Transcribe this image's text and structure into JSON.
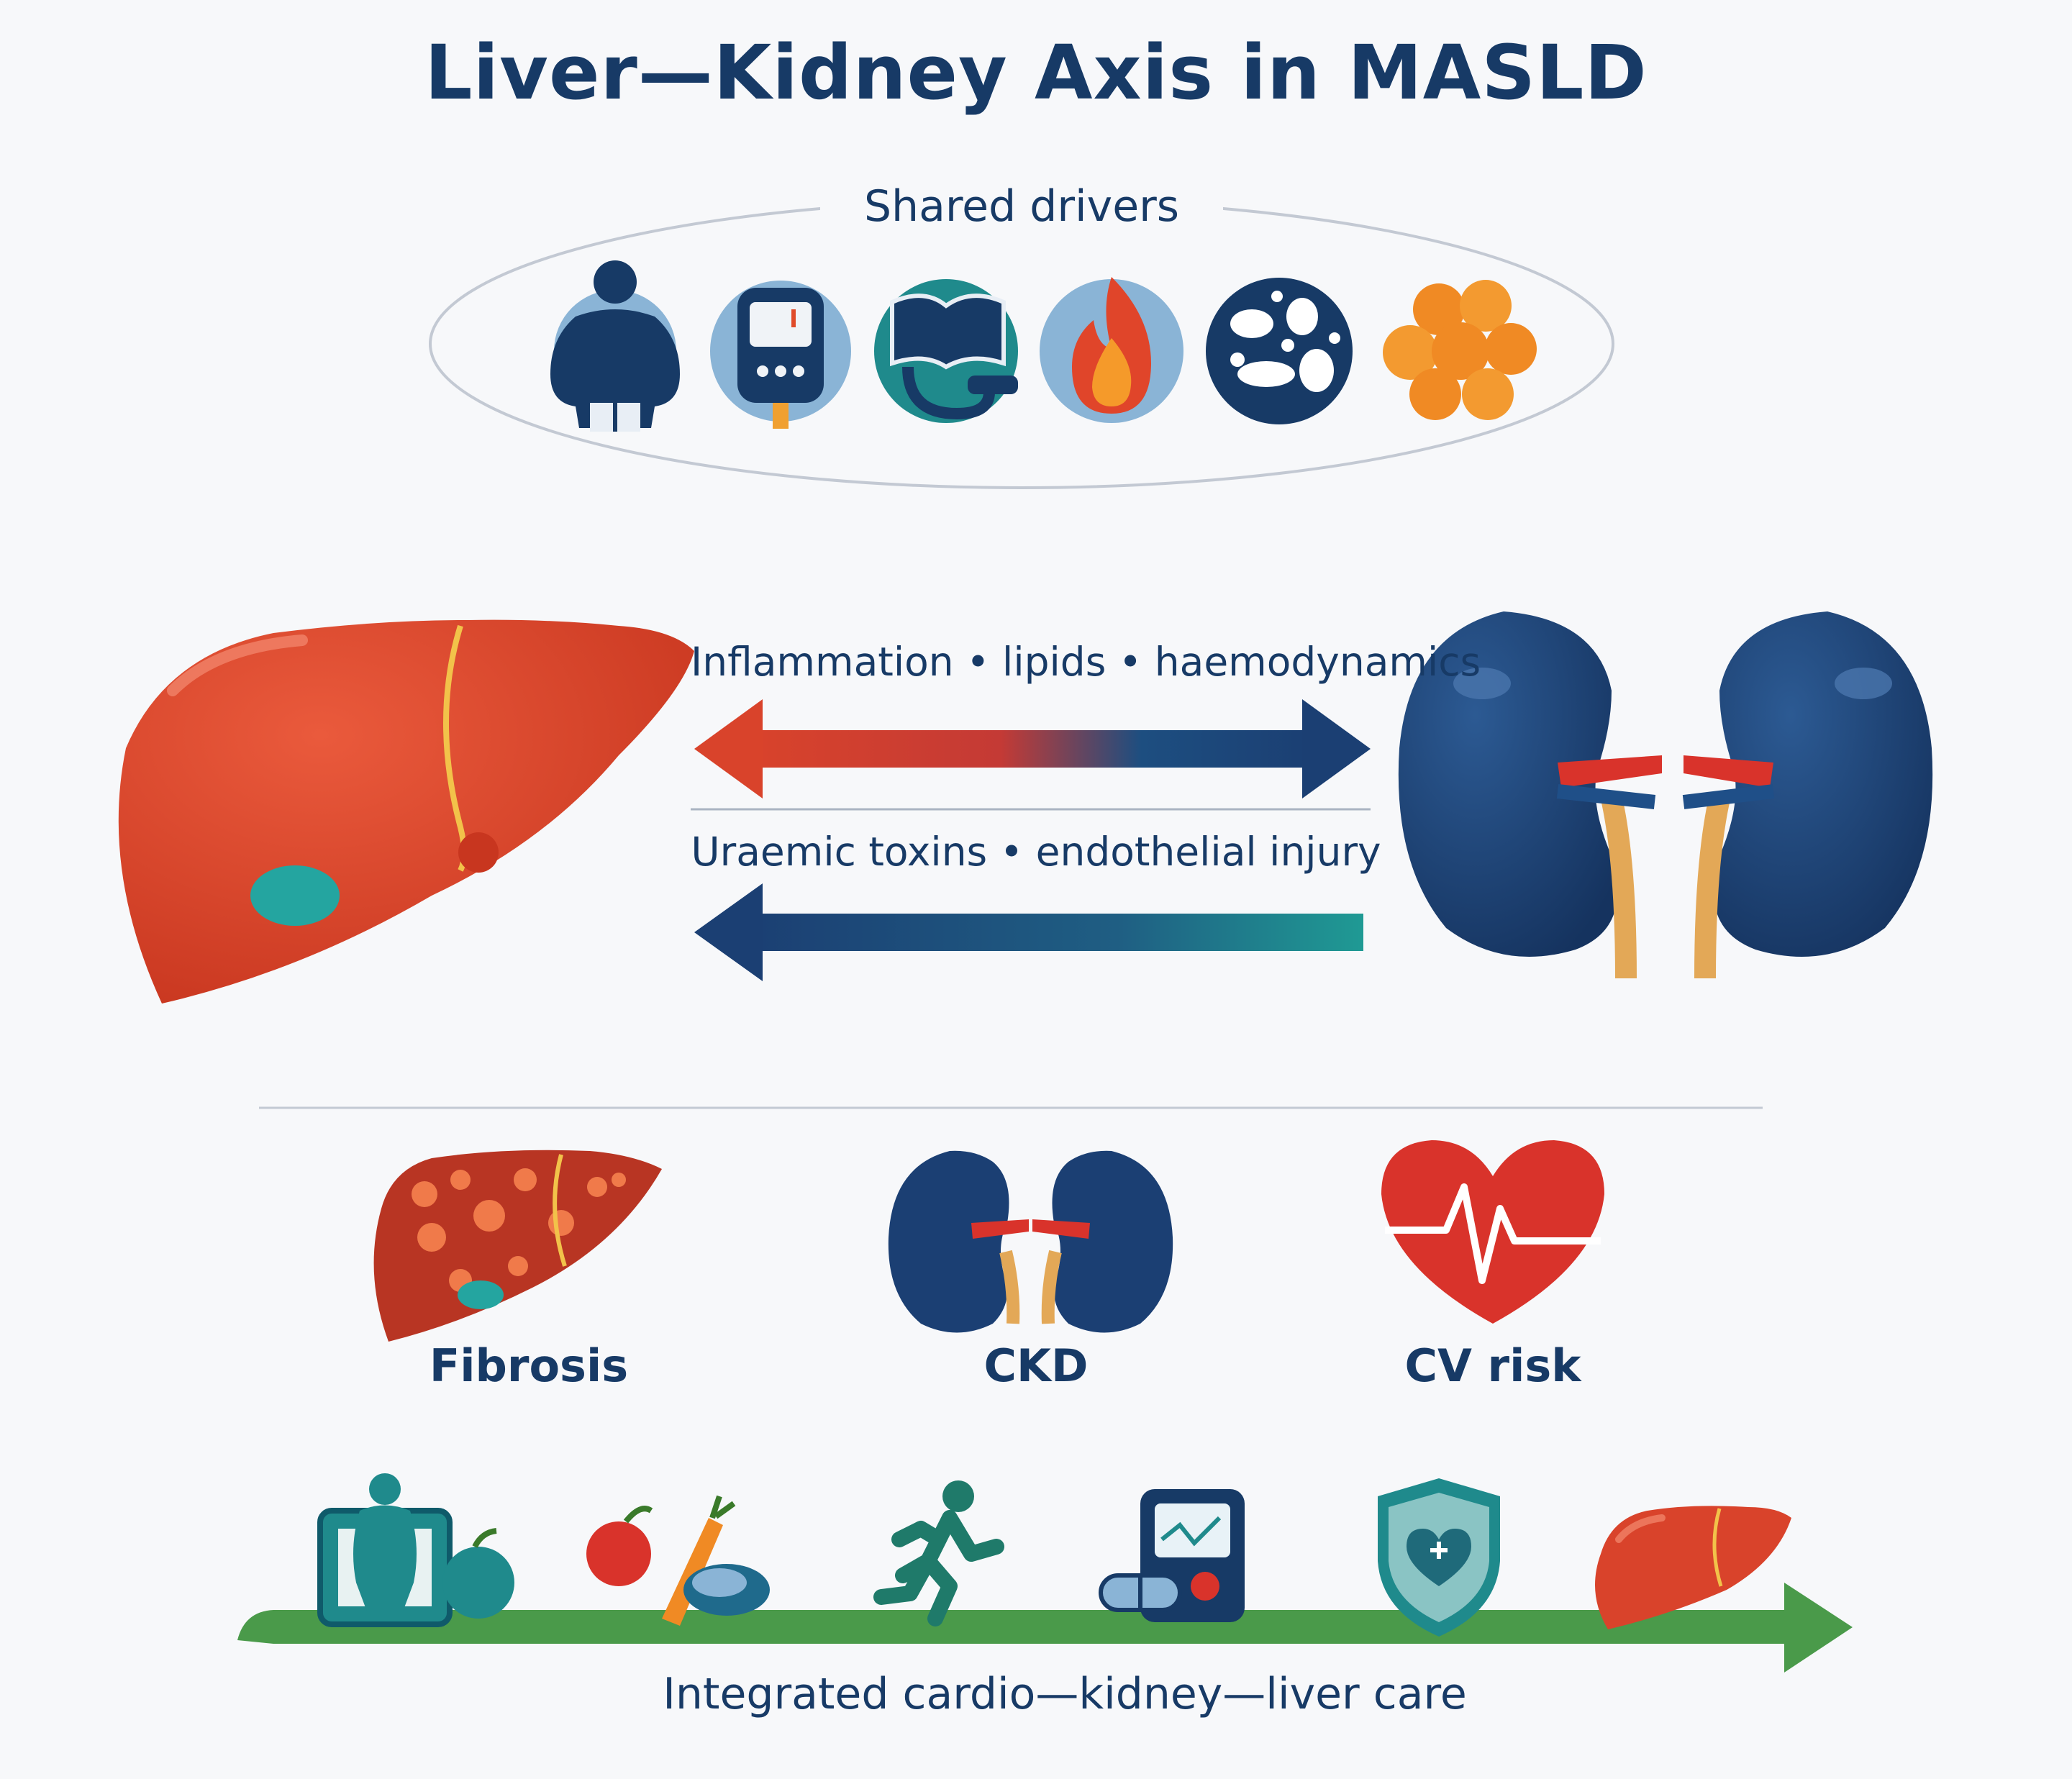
{
  "title": "Liver—Kidney Axis in MASLD",
  "shared_drivers": {
    "label": "Shared drivers",
    "icons": [
      "obesity-icon",
      "glucose-meter-icon",
      "blood-pressure-cuff-icon",
      "inflammation-flame-icon",
      "gut-microbiome-icon",
      "adipocytes-icon"
    ]
  },
  "crosstalk": {
    "liver_to_kidney": "Inflammation • lipids • haemodynamics",
    "kidney_to_liver": "Uraemic toxins • endothelial injury"
  },
  "outcomes": [
    {
      "label": "Fibrosis",
      "icon": "fibrotic-liver-icon"
    },
    {
      "label": "CKD",
      "icon": "kidneys-icon"
    },
    {
      "label": "CV risk",
      "icon": "heart-ecg-icon"
    }
  ],
  "care_pathway": {
    "label": "Integrated cardio—kidney—liver care",
    "icons": [
      "weight-scale-icon",
      "healthy-food-icon",
      "running-person-icon",
      "medication-monitor-icon",
      "heart-shield-icon",
      "healthy-liver-icon"
    ]
  },
  "colors": {
    "navy": "#173a66",
    "liver_red": "#d9432b",
    "kidney_blue": "#1b3f73",
    "teal": "#1f8a8c",
    "green": "#4a9a4a",
    "orange": "#f08a24"
  }
}
